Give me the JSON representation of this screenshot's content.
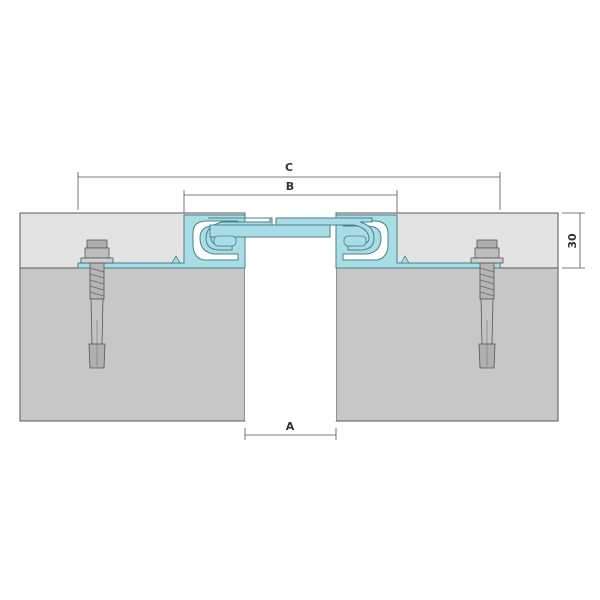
{
  "dimensions": {
    "a_label": "A",
    "b_label": "B",
    "c_label": "C",
    "height_label": "30"
  },
  "colors": {
    "concrete": "#c7c7c7",
    "screed": "#e3e3e3",
    "profile": "#a9dde5",
    "profile_outline": "#4a7f8a",
    "bolt": "#aeaeae",
    "outline": "#5a5a5a",
    "dimension": "#555555"
  },
  "icons": {
    "anchor": "anchor-bolt-icon"
  }
}
